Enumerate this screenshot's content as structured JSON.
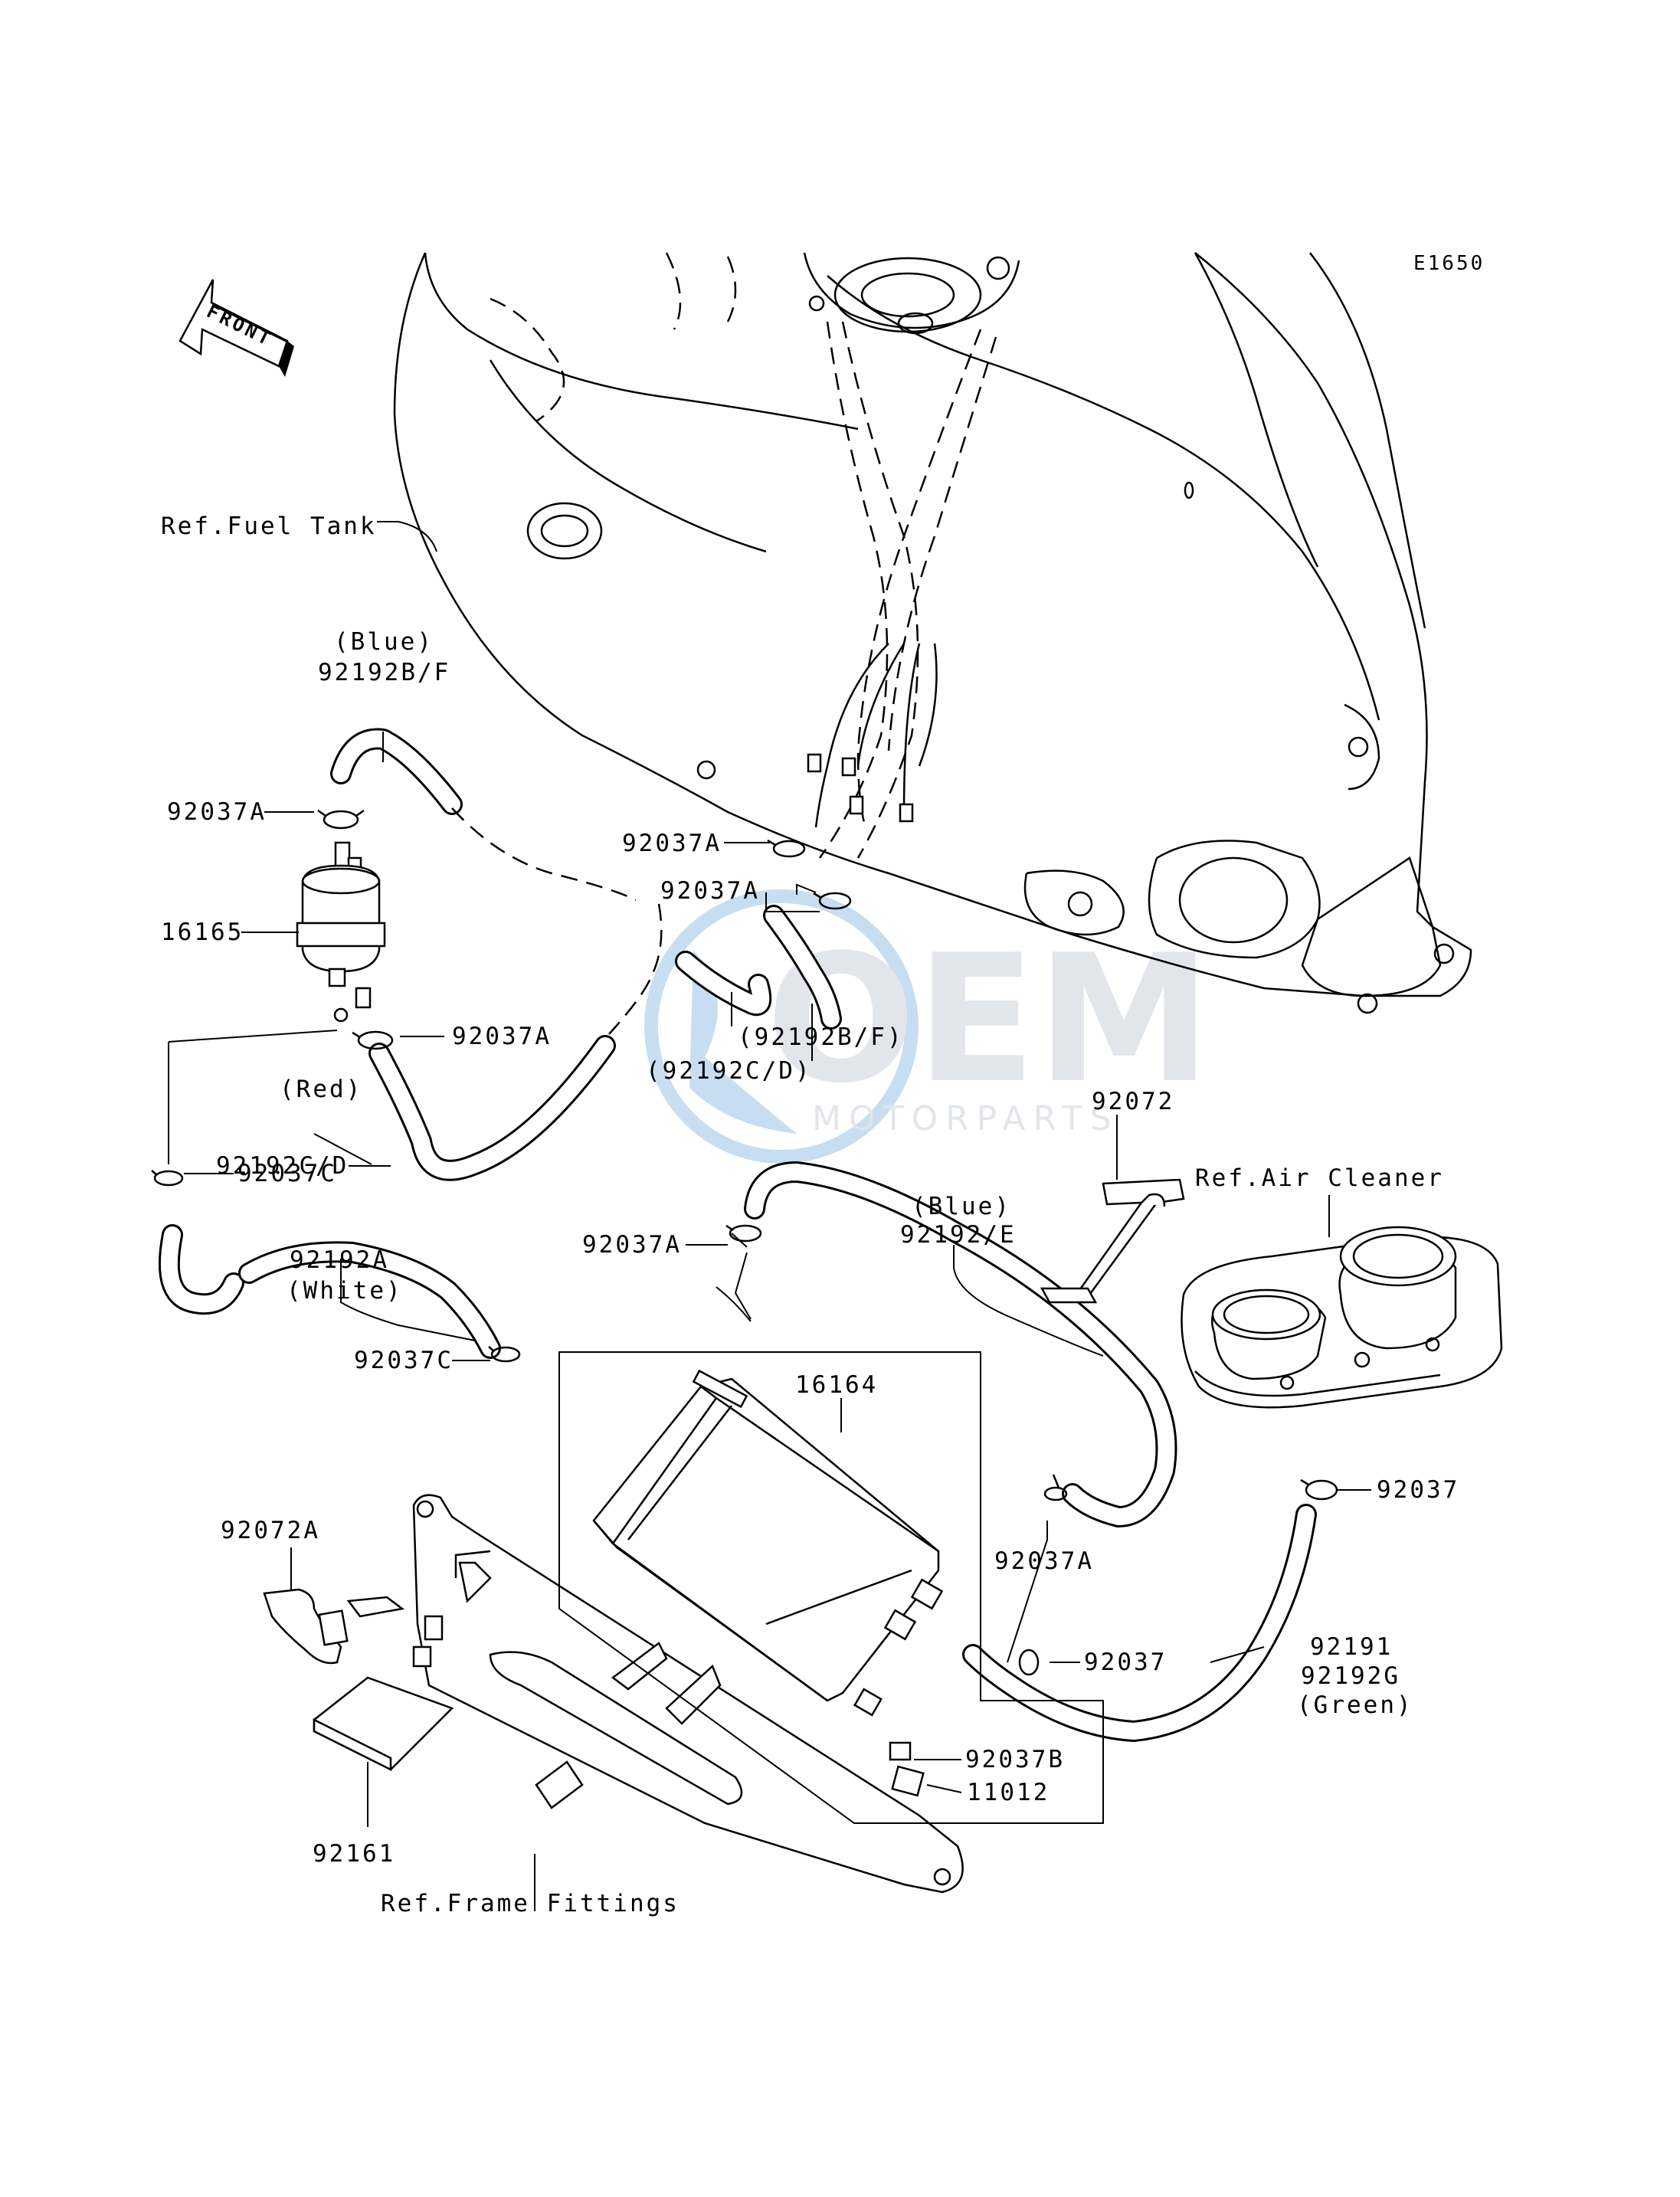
{
  "diagram_code": "E1650",
  "front_label": "FRONT",
  "watermark": {
    "brand": "OEM",
    "sub": "MOTORPARTS",
    "color_blue": "#3b87d4",
    "color_gray": "#9aa5b1"
  },
  "labels": {
    "ref_fuel_tank": "Ref.Fuel Tank",
    "blue_1": "(Blue)",
    "p92192BF": "92192B/F",
    "p92037A_1": "92037A",
    "p92037A_2": "92037A",
    "p92037A_3": "92037A",
    "p16165": "16165",
    "p92037A_4": "92037A",
    "p92192BF_paren": "(92192B/F)",
    "p92192CD_paren": "(92192C/D)",
    "red": "(Red)",
    "p92192CD": "92192C/D",
    "p92037C_1": "92037C",
    "p92072": "92072",
    "ref_air_cleaner": "Ref.Air Cleaner",
    "blue_2": "(Blue)",
    "p92192E": "92192/E",
    "p92037A_5": "92037A",
    "p92192A": "92192A",
    "white": "(White)",
    "p92037C_2": "92037C",
    "p16164": "16164",
    "p92037_1": "92037",
    "p92072A": "92072A",
    "p92037A_6": "92037A",
    "p92037_2": "92037",
    "p92191": "92191",
    "p92192G": "92192G",
    "green": "(Green)",
    "p92037B": "92037B",
    "p11012": "11012",
    "p92161": "92161",
    "ref_frame_fittings": "Ref.Frame Fittings"
  }
}
